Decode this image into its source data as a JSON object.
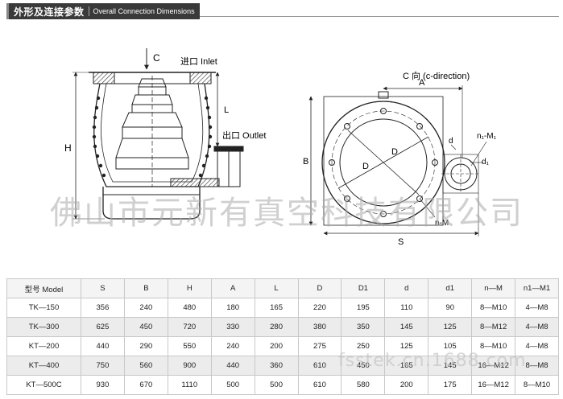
{
  "header": {
    "title_cn": "外形及连接参数",
    "title_en": "Overall Connection Dimensions"
  },
  "drawing": {
    "side_view": {
      "label_c": "C",
      "label_inlet": "进口 Inlet",
      "label_l": "L",
      "label_outlet": "出口 Outlet",
      "label_h": "H"
    },
    "end_view": {
      "title": "C 向 (c-direction)",
      "label_a": "A",
      "label_b": "B",
      "label_s": "S",
      "label_d_upper": "D",
      "label_d1": "D",
      "label_n_m": "n-M",
      "label_n1_m1": "n₁-M₁",
      "label_d": "d",
      "label_d1_small": "d₁"
    }
  },
  "watermark": "佛山市元新有真空科技有限公司",
  "watermark2": "fsstek.cn.1688.com",
  "table": {
    "headers": [
      "型号 Model",
      "S",
      "B",
      "H",
      "A",
      "L",
      "D",
      "D1",
      "d",
      "d1",
      "n—M",
      "n1—M1"
    ],
    "rows": [
      [
        "TK—150",
        "356",
        "240",
        "480",
        "180",
        "165",
        "220",
        "195",
        "110",
        "90",
        "8—M10",
        "4—M8"
      ],
      [
        "TK—300",
        "625",
        "450",
        "720",
        "330",
        "280",
        "380",
        "350",
        "145",
        "125",
        "8—M12",
        "4—M8"
      ],
      [
        "KT—200",
        "440",
        "290",
        "550",
        "240",
        "200",
        "275",
        "250",
        "125",
        "105",
        "8—M10",
        "4—M8"
      ],
      [
        "KT—400",
        "750",
        "560",
        "900",
        "440",
        "360",
        "610",
        "450",
        "165",
        "145",
        "16—M12",
        "8—M8"
      ],
      [
        "KT—500C",
        "930",
        "670",
        "1110",
        "500",
        "500",
        "610",
        "580",
        "200",
        "175",
        "16—M12",
        "8—M10"
      ]
    ]
  }
}
